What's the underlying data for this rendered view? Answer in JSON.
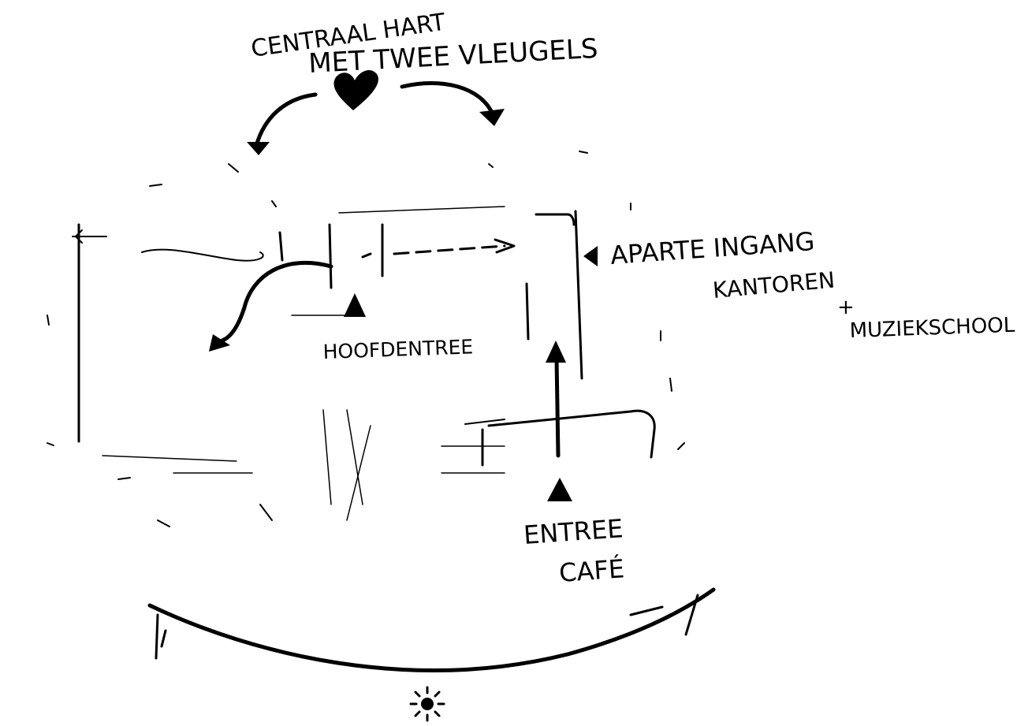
{
  "labels": {
    "heart_line1": "CENTRAAL HART",
    "heart_line2": "MET TWEE VLEUGELS",
    "side_entrance_line1": "APARTE INGANG",
    "side_entrance_line2": "KANTOREN",
    "side_entrance_plus": "+",
    "side_entrance_line3": "MUZIEKSCHOOL",
    "main_entrance": "HOOFDENTREE",
    "cafe_entrance_line1": "ENTREE",
    "cafe_entrance_line2": "CAFÉ"
  },
  "icons": [
    "heart-icon",
    "sun-icon",
    "entrance-triangle-icon"
  ]
}
